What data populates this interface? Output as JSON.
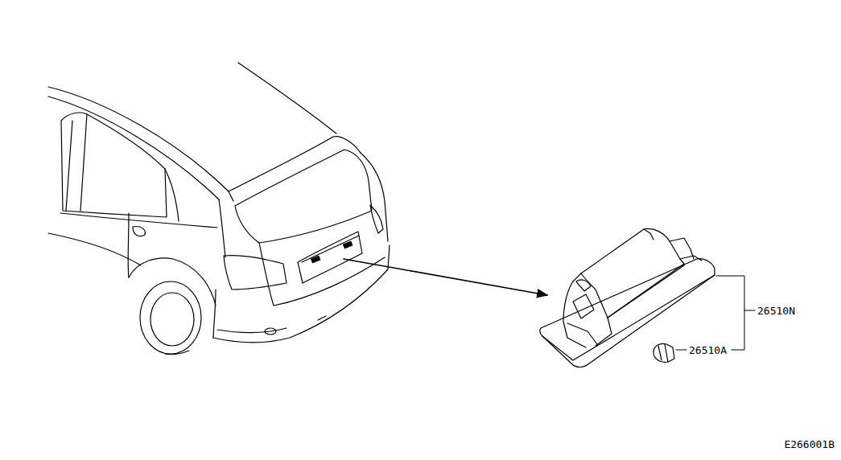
{
  "diagram": {
    "labels": [
      "26510N",
      "26510A",
      "E266001B"
    ]
  }
}
